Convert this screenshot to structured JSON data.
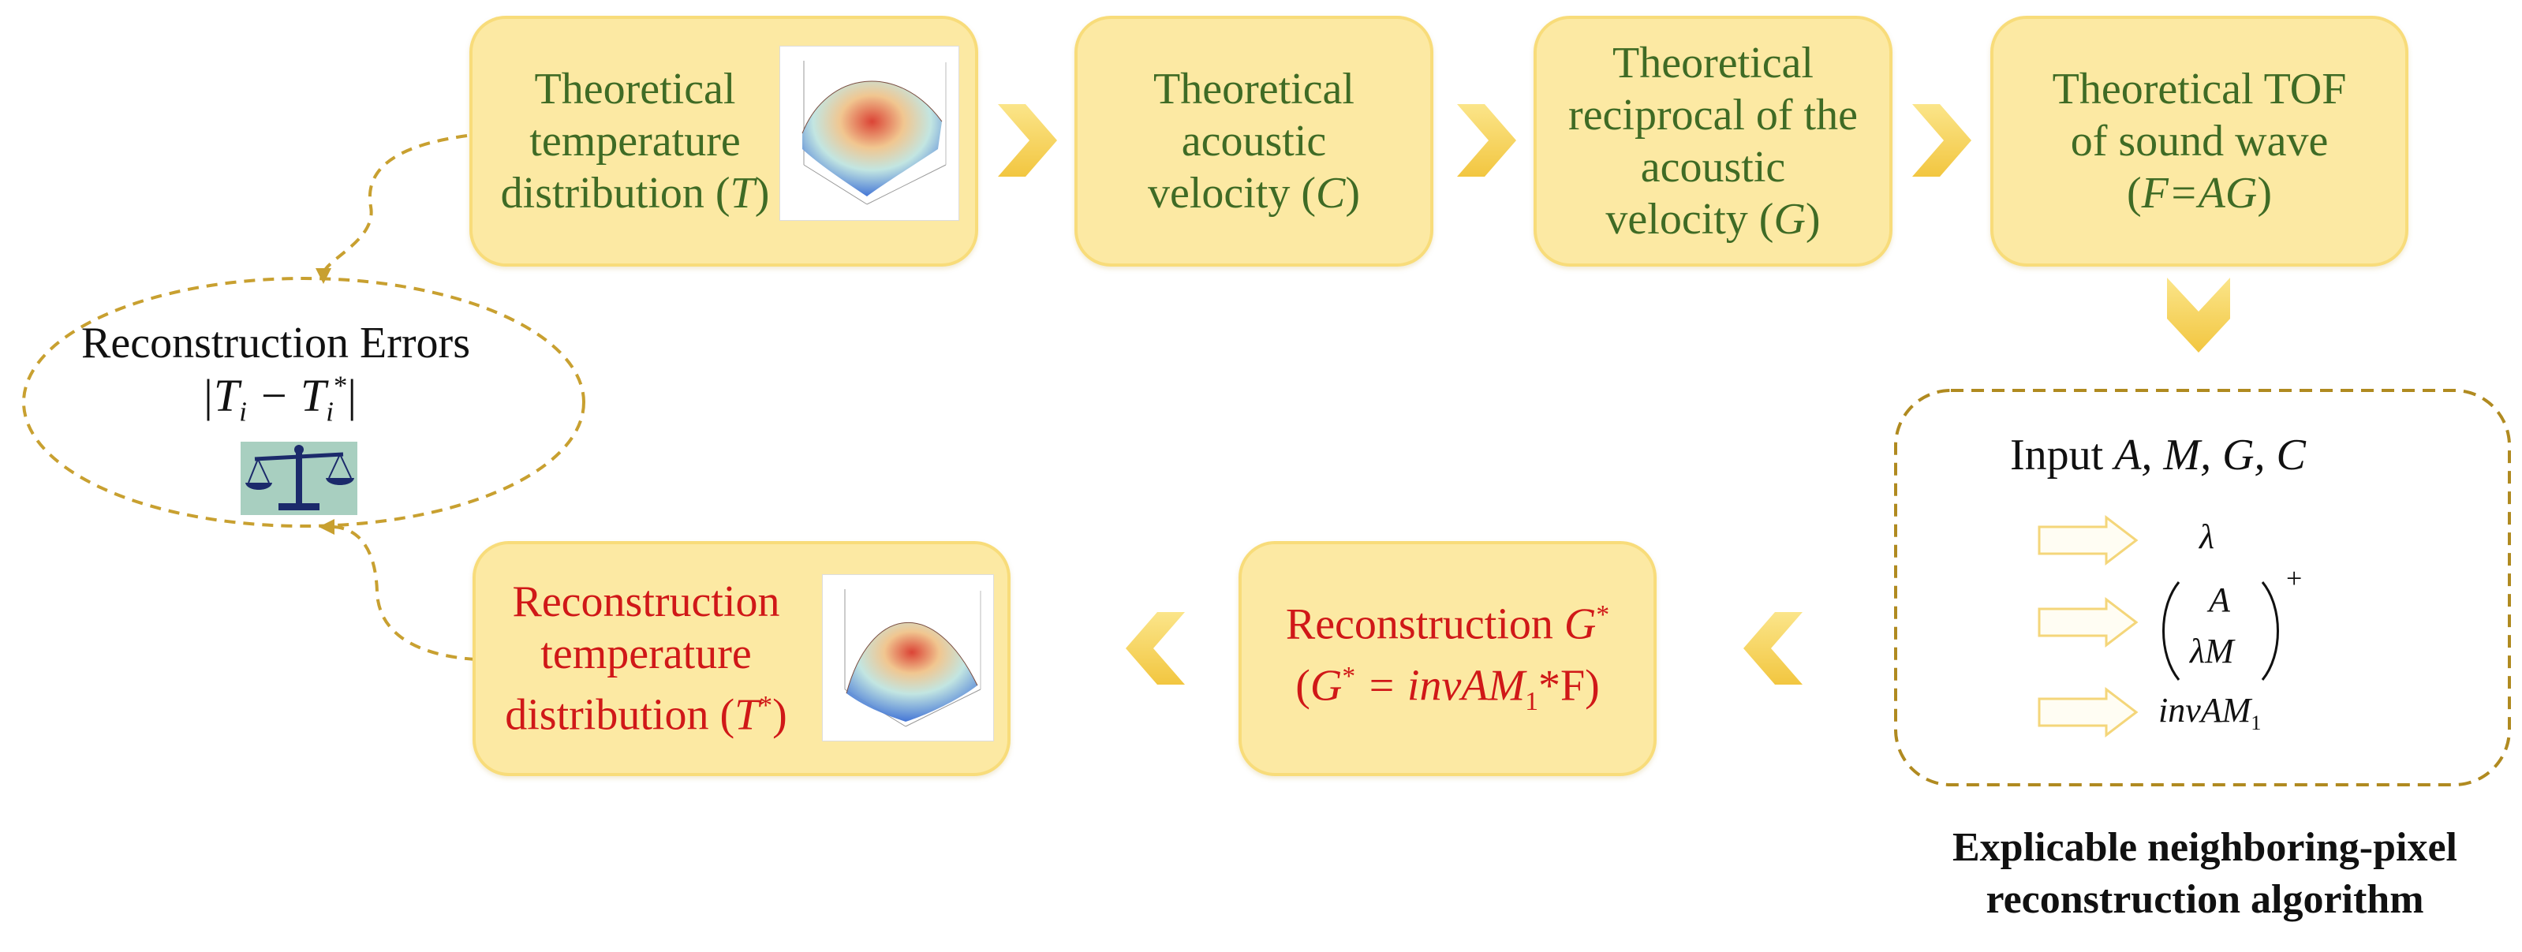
{
  "colors": {
    "box_fill": "#fce9a3",
    "box_border": "#f8dc7a",
    "arrow": "#f6d25a",
    "dashed": "#c8a030",
    "green_text": "#3f6b25",
    "red_text": "#d01818"
  },
  "boxes": {
    "theoretical_temperature": {
      "line1": "Theoretical",
      "line2": "temperature",
      "line3_prefix": "distribution (",
      "line3_var": "T",
      "line3_suffix": ")"
    },
    "theoretical_velocity": {
      "line1": "Theoretical",
      "line2": "acoustic",
      "line3_prefix": "velocity (",
      "line3_var": "C",
      "line3_suffix": ")"
    },
    "theoretical_reciprocal": {
      "line1": "Theoretical",
      "line2": "reciprocal of the",
      "line3": "acoustic",
      "line4_prefix": "velocity (",
      "line4_var": "G",
      "line4_suffix": ")"
    },
    "theoretical_tof": {
      "line1": "Theoretical TOF",
      "line2": "of sound wave",
      "line3_prefix": "(",
      "line3_var": "F=AG",
      "line3_suffix": ")"
    },
    "reconstruction_g": {
      "line1_prefix": "Reconstruction ",
      "line1_var": "G",
      "line1_sup": "*",
      "line2_open": "(",
      "line2_var": "G",
      "line2_sup": "*",
      "line2_eq": " = invAM",
      "line2_sub": "1",
      "line2_tail": "*F)"
    },
    "reconstruction_temperature": {
      "line1": "Reconstruction",
      "line2": "temperature",
      "line3_prefix": "distribution (",
      "line3_var": "T",
      "line3_sup": "*",
      "line3_suffix": ")"
    }
  },
  "input_panel": {
    "title_prefix": "Input ",
    "title_vars": "A, M, G, C",
    "items": {
      "lambda": "λ",
      "matrix_top": "A",
      "matrix_bottom": "λM",
      "matrix_sup": "+",
      "inv_main": "invAM",
      "inv_sub": "1"
    }
  },
  "caption": {
    "line1": "Explicable neighboring-pixel",
    "line2": "reconstruction algorithm"
  },
  "errors": {
    "title": "Reconstruction Errors",
    "formula_open": "|T",
    "formula_sub1": "i",
    "formula_mid": " − T",
    "formula_sub2": "i",
    "formula_sup2": "*",
    "formula_close": "|"
  }
}
